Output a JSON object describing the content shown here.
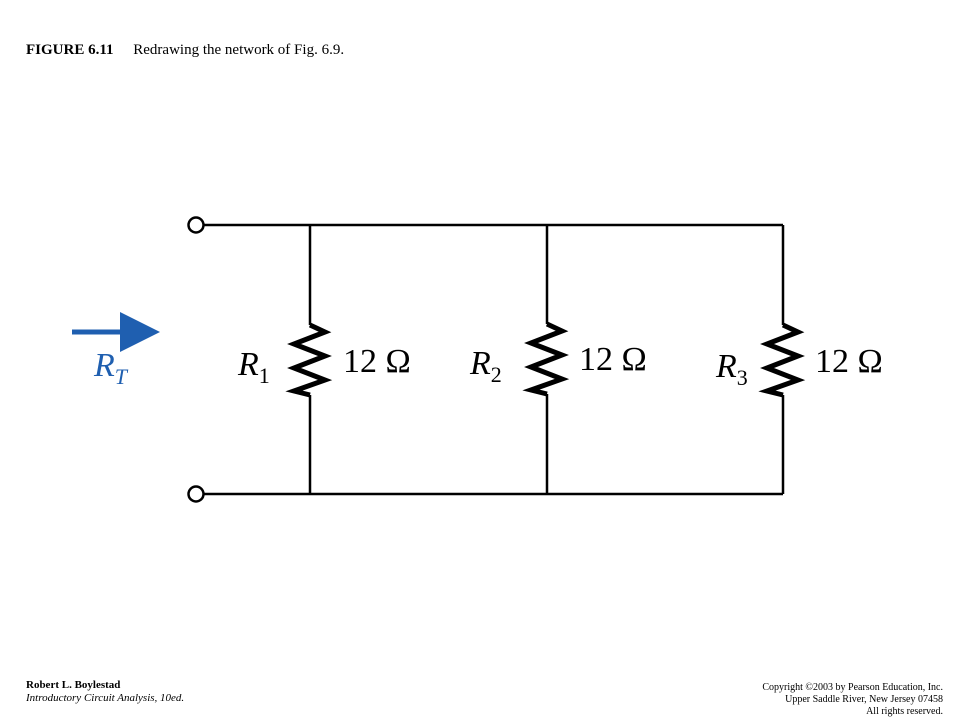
{
  "caption": {
    "figure_number": "FIGURE 6.11",
    "text": "Redrawing the network of Fig. 6.9."
  },
  "diagram": {
    "total_label": {
      "symbol": "R",
      "subscript": "T"
    },
    "arrow_color": "#1f5fb0",
    "resistors": [
      {
        "symbol": "R",
        "subscript": "1",
        "value": "12 Ω"
      },
      {
        "symbol": "R",
        "subscript": "2",
        "value": "12 Ω"
      },
      {
        "symbol": "R",
        "subscript": "3",
        "value": "12 Ω"
      }
    ]
  },
  "footer": {
    "author": "Robert L. Boylestad",
    "book": "Introductory Circuit Analysis, 10ed.",
    "copyright_lines": [
      "Copyright ©2003 by Pearson Education, Inc.",
      "Upper Saddle River, New Jersey 07458",
      "All rights reserved."
    ]
  }
}
